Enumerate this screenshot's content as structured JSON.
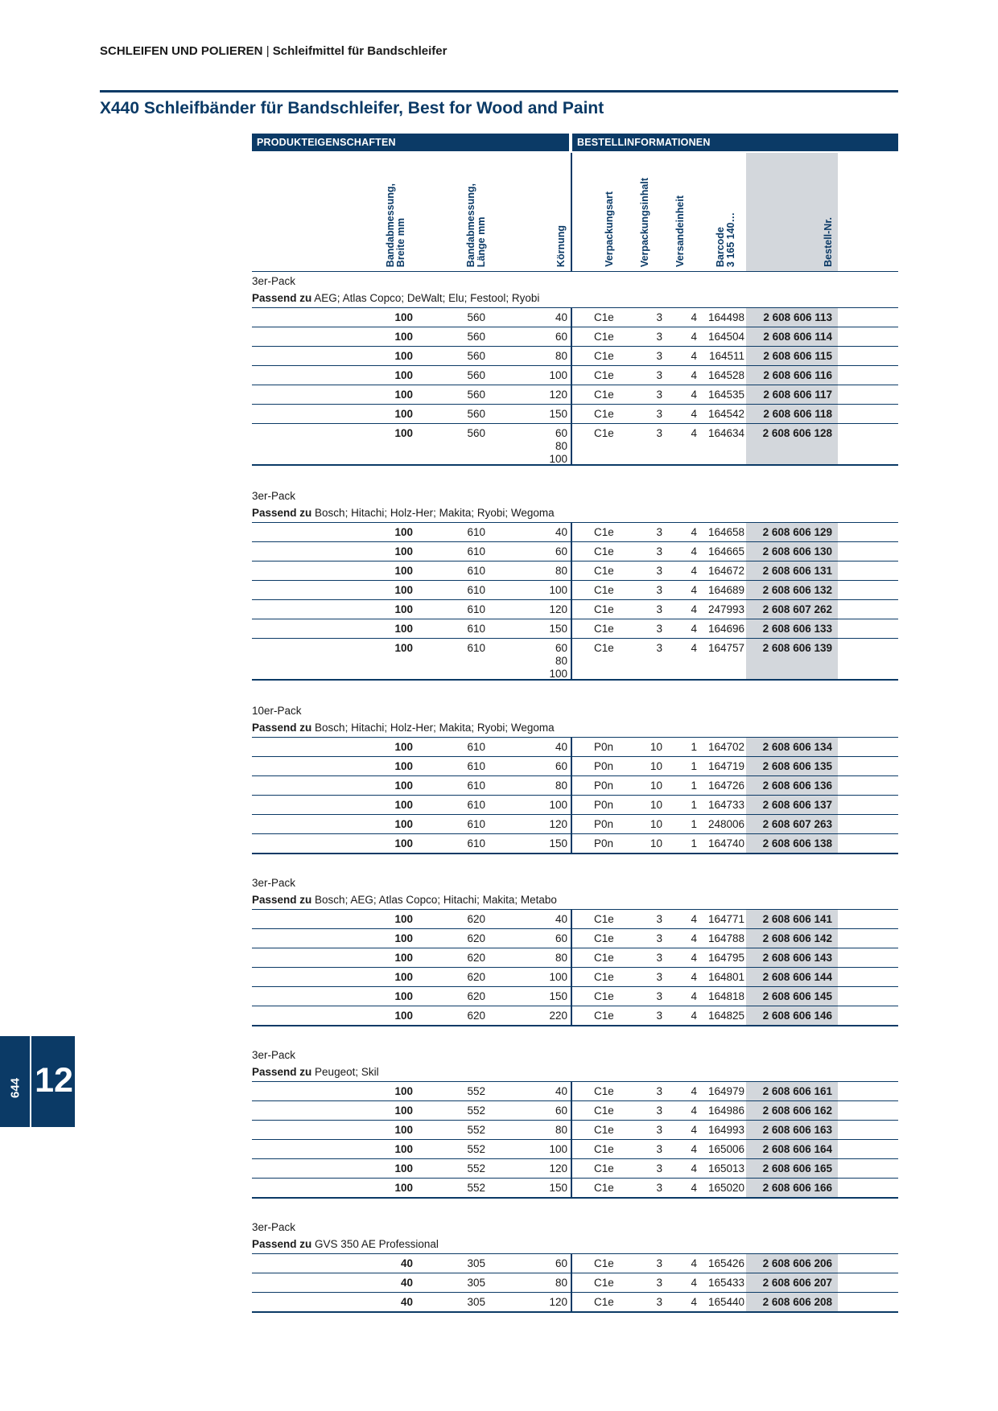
{
  "header": {
    "category": "SCHLEIFEN UND POLIEREN",
    "separator": "|",
    "subcategory": "Schleifmittel für Bandschleifer"
  },
  "title": "X440 Schleifbänder für Bandschleifer, Best for Wood and Paint",
  "table_header": {
    "group_left": "PRODUKTEIGENSCHAFTEN",
    "group_right": "BESTELLINFORMATIONEN",
    "col_width_1": "Bandabmessung,",
    "col_width_2": "Breite mm",
    "col_length_1": "Bandabmessung,",
    "col_length_2": "Länge mm",
    "col_grit": "Körnung",
    "col_pack_type": "Verpackungsart",
    "col_pack_qty": "Verpackungsinhalt",
    "col_ship_unit": "Versandeinheit",
    "col_barcode_1": "Barcode",
    "col_barcode_2": "3 165 140…",
    "col_order": "Bestell-Nr."
  },
  "fits_label": "Passend zu",
  "sections": [
    {
      "pack": "3er-Pack",
      "fits": "AEG; Atlas Copco; DeWalt; Elu; Festool; Ryobi",
      "rows": [
        {
          "w": "100",
          "l": "560",
          "k": "40",
          "v": "C1e",
          "i": "3",
          "s": "4",
          "b": "164498",
          "o": "2 608 606 113"
        },
        {
          "w": "100",
          "l": "560",
          "k": "60",
          "v": "C1e",
          "i": "3",
          "s": "4",
          "b": "164504",
          "o": "2 608 606 114"
        },
        {
          "w": "100",
          "l": "560",
          "k": "80",
          "v": "C1e",
          "i": "3",
          "s": "4",
          "b": "164511",
          "o": "2 608 606 115"
        },
        {
          "w": "100",
          "l": "560",
          "k": "100",
          "v": "C1e",
          "i": "3",
          "s": "4",
          "b": "164528",
          "o": "2 608 606 116"
        },
        {
          "w": "100",
          "l": "560",
          "k": "120",
          "v": "C1e",
          "i": "3",
          "s": "4",
          "b": "164535",
          "o": "2 608 606 117"
        },
        {
          "w": "100",
          "l": "560",
          "k": "150",
          "v": "C1e",
          "i": "3",
          "s": "4",
          "b": "164542",
          "o": "2 608 606 118"
        },
        {
          "w": "100",
          "l": "560",
          "k": [
            "60",
            "80",
            "100"
          ],
          "v": "C1e",
          "i": "3",
          "s": "4",
          "b": "164634",
          "o": "2 608 606 128"
        }
      ]
    },
    {
      "pack": "3er-Pack",
      "fits": "Bosch; Hitachi; Holz-Her; Makita; Ryobi; Wegoma",
      "rows": [
        {
          "w": "100",
          "l": "610",
          "k": "40",
          "v": "C1e",
          "i": "3",
          "s": "4",
          "b": "164658",
          "o": "2 608 606 129"
        },
        {
          "w": "100",
          "l": "610",
          "k": "60",
          "v": "C1e",
          "i": "3",
          "s": "4",
          "b": "164665",
          "o": "2 608 606 130"
        },
        {
          "w": "100",
          "l": "610",
          "k": "80",
          "v": "C1e",
          "i": "3",
          "s": "4",
          "b": "164672",
          "o": "2 608 606 131"
        },
        {
          "w": "100",
          "l": "610",
          "k": "100",
          "v": "C1e",
          "i": "3",
          "s": "4",
          "b": "164689",
          "o": "2 608 606 132"
        },
        {
          "w": "100",
          "l": "610",
          "k": "120",
          "v": "C1e",
          "i": "3",
          "s": "4",
          "b": "247993",
          "o": "2 608 607 262"
        },
        {
          "w": "100",
          "l": "610",
          "k": "150",
          "v": "C1e",
          "i": "3",
          "s": "4",
          "b": "164696",
          "o": "2 608 606 133"
        },
        {
          "w": "100",
          "l": "610",
          "k": [
            "60",
            "80",
            "100"
          ],
          "v": "C1e",
          "i": "3",
          "s": "4",
          "b": "164757",
          "o": "2 608 606 139"
        }
      ]
    },
    {
      "pack": "10er-Pack",
      "fits": "Bosch; Hitachi; Holz-Her; Makita; Ryobi; Wegoma",
      "rows": [
        {
          "w": "100",
          "l": "610",
          "k": "40",
          "v": "P0n",
          "i": "10",
          "s": "1",
          "b": "164702",
          "o": "2 608 606 134"
        },
        {
          "w": "100",
          "l": "610",
          "k": "60",
          "v": "P0n",
          "i": "10",
          "s": "1",
          "b": "164719",
          "o": "2 608 606 135"
        },
        {
          "w": "100",
          "l": "610",
          "k": "80",
          "v": "P0n",
          "i": "10",
          "s": "1",
          "b": "164726",
          "o": "2 608 606 136"
        },
        {
          "w": "100",
          "l": "610",
          "k": "100",
          "v": "P0n",
          "i": "10",
          "s": "1",
          "b": "164733",
          "o": "2 608 606 137"
        },
        {
          "w": "100",
          "l": "610",
          "k": "120",
          "v": "P0n",
          "i": "10",
          "s": "1",
          "b": "248006",
          "o": "2 608 607 263"
        },
        {
          "w": "100",
          "l": "610",
          "k": "150",
          "v": "P0n",
          "i": "10",
          "s": "1",
          "b": "164740",
          "o": "2 608 606 138"
        }
      ]
    },
    {
      "pack": "3er-Pack",
      "fits": "Bosch; AEG; Atlas Copco; Hitachi; Makita; Metabo",
      "rows": [
        {
          "w": "100",
          "l": "620",
          "k": "40",
          "v": "C1e",
          "i": "3",
          "s": "4",
          "b": "164771",
          "o": "2 608 606 141"
        },
        {
          "w": "100",
          "l": "620",
          "k": "60",
          "v": "C1e",
          "i": "3",
          "s": "4",
          "b": "164788",
          "o": "2 608 606 142"
        },
        {
          "w": "100",
          "l": "620",
          "k": "80",
          "v": "C1e",
          "i": "3",
          "s": "4",
          "b": "164795",
          "o": "2 608 606 143"
        },
        {
          "w": "100",
          "l": "620",
          "k": "100",
          "v": "C1e",
          "i": "3",
          "s": "4",
          "b": "164801",
          "o": "2 608 606 144"
        },
        {
          "w": "100",
          "l": "620",
          "k": "150",
          "v": "C1e",
          "i": "3",
          "s": "4",
          "b": "164818",
          "o": "2 608 606 145"
        },
        {
          "w": "100",
          "l": "620",
          "k": "220",
          "v": "C1e",
          "i": "3",
          "s": "4",
          "b": "164825",
          "o": "2 608 606 146"
        }
      ]
    },
    {
      "pack": "3er-Pack",
      "fits": "Peugeot; Skil",
      "rows": [
        {
          "w": "100",
          "l": "552",
          "k": "40",
          "v": "C1e",
          "i": "3",
          "s": "4",
          "b": "164979",
          "o": "2 608 606 161"
        },
        {
          "w": "100",
          "l": "552",
          "k": "60",
          "v": "C1e",
          "i": "3",
          "s": "4",
          "b": "164986",
          "o": "2 608 606 162"
        },
        {
          "w": "100",
          "l": "552",
          "k": "80",
          "v": "C1e",
          "i": "3",
          "s": "4",
          "b": "164993",
          "o": "2 608 606 163"
        },
        {
          "w": "100",
          "l": "552",
          "k": "100",
          "v": "C1e",
          "i": "3",
          "s": "4",
          "b": "165006",
          "o": "2 608 606 164"
        },
        {
          "w": "100",
          "l": "552",
          "k": "120",
          "v": "C1e",
          "i": "3",
          "s": "4",
          "b": "165013",
          "o": "2 608 606 165"
        },
        {
          "w": "100",
          "l": "552",
          "k": "150",
          "v": "C1e",
          "i": "3",
          "s": "4",
          "b": "165020",
          "o": "2 608 606 166"
        }
      ]
    },
    {
      "pack": "3er-Pack",
      "fits": "GVS 350 AE Professional",
      "rows": [
        {
          "w": "40",
          "l": "305",
          "k": "60",
          "v": "C1e",
          "i": "3",
          "s": "4",
          "b": "165426",
          "o": "2 608 606 206"
        },
        {
          "w": "40",
          "l": "305",
          "k": "80",
          "v": "C1e",
          "i": "3",
          "s": "4",
          "b": "165433",
          "o": "2 608 606 207"
        },
        {
          "w": "40",
          "l": "305",
          "k": "120",
          "v": "C1e",
          "i": "3",
          "s": "4",
          "b": "165440",
          "o": "2 608 606 208"
        }
      ]
    }
  ],
  "sidetab": {
    "page_number": "644",
    "chapter": "12"
  },
  "colors": {
    "brand_blue": "#0b3a66",
    "shade_gray": "#d3d7dc"
  }
}
